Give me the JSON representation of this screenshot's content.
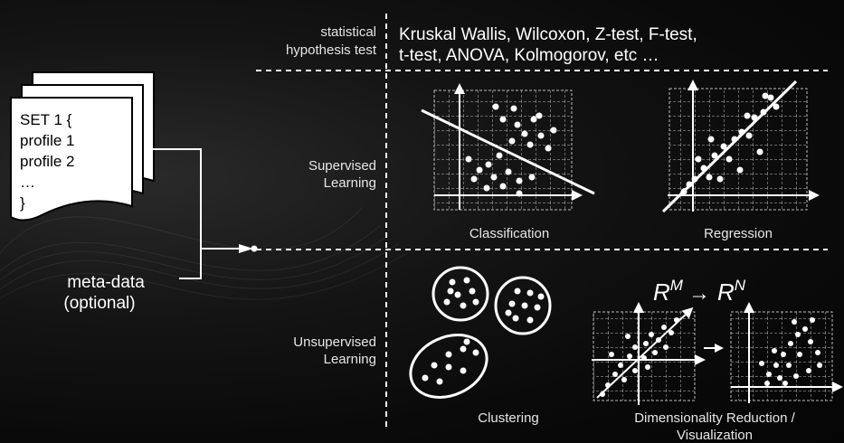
{
  "document": {
    "set_lines": [
      "SET 1 {",
      "profile 1",
      "profile 2",
      "…",
      "}"
    ],
    "metadata_line1": "meta-data",
    "metadata_line2": "(optional)"
  },
  "sections": {
    "hypothesis": {
      "label_line1": "statistical",
      "label_line2": "hypothesis test",
      "tests_line1": "Kruskal   Wallis, Wilcoxon, Z-test, F-test,",
      "tests_line2": "t-test, ANOVA, Kolmogorov, etc …"
    },
    "supervised": {
      "label_line1": "Supervised",
      "label_line2": "Learning",
      "classification": "Classification",
      "regression": "Regression"
    },
    "unsupervised": {
      "label_line1": "Unsupervised",
      "label_line2": "Learning",
      "clustering": "Clustering",
      "dimred_line1": "Dimensionality Reduction /",
      "dimred_line2": "Visualization",
      "formula_from_base": "R",
      "formula_from_sup": "M",
      "formula_arrow": "→",
      "formula_to_base": "R",
      "formula_to_sup": "N"
    }
  },
  "colors": {
    "foreground": "#ffffff",
    "muted": "#e6e6e6"
  }
}
